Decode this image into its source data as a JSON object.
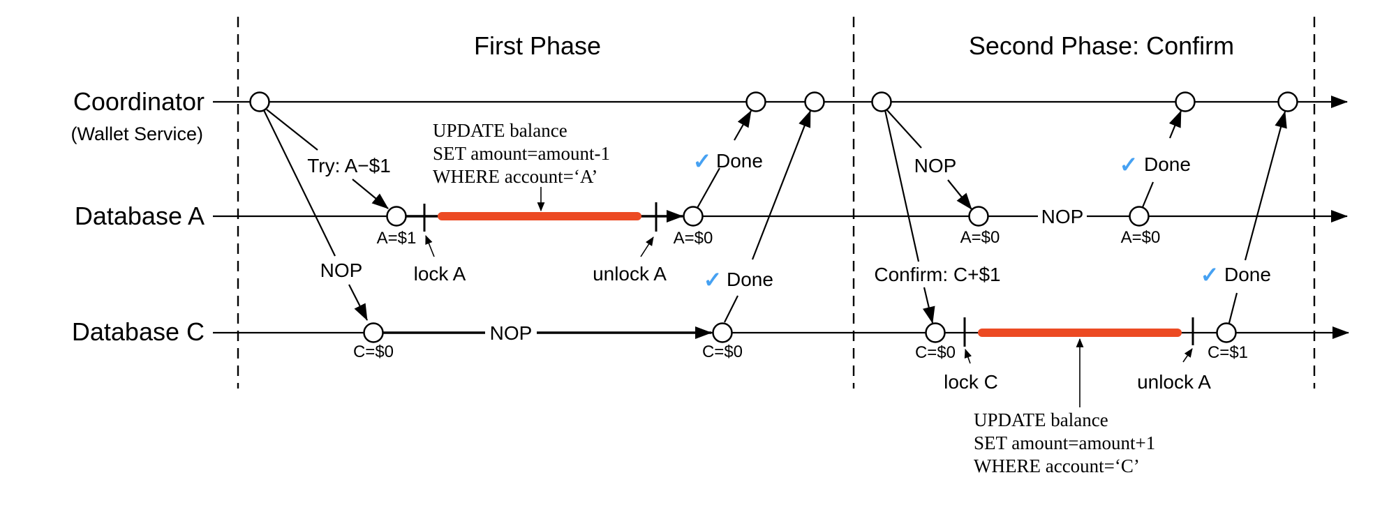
{
  "diagram": {
    "lanes": {
      "coordinator": {
        "title": "Coordinator",
        "subtitle": "(Wallet Service)"
      },
      "database_a": {
        "title": "Database A"
      },
      "database_c": {
        "title": "Database C"
      }
    },
    "phases": {
      "first": {
        "title": "First Phase"
      },
      "second": {
        "title": "Second Phase: Confirm"
      }
    },
    "messages": {
      "try": "Try: A−$1",
      "nop": "NOP",
      "confirm": "Confirm: C+$1",
      "check": "✓",
      "done": "Done"
    },
    "locks": {
      "lock_a": "lock A",
      "unlock_a_1": "unlock A",
      "lock_c": "lock C",
      "unlock_a_2": "unlock A"
    },
    "events": {
      "a1": "A=$1",
      "a2": "A=$0",
      "a3": "A=$0",
      "a4": "A=$0",
      "c1": "C=$0",
      "c2": "C=$0",
      "c3": "C=$0",
      "c4": "C=$1"
    },
    "sql_a": {
      "lines": [
        "UPDATE balance",
        "SET amount=amount-1",
        "WHERE account=‘A’"
      ]
    },
    "sql_c": {
      "lines": [
        "UPDATE balance",
        "SET amount=amount+1",
        "WHERE account=‘C’"
      ]
    },
    "colors": {
      "lock_bar": "#EC4A23",
      "check_blue": "#46A1F2",
      "ink": "#000000"
    }
  }
}
